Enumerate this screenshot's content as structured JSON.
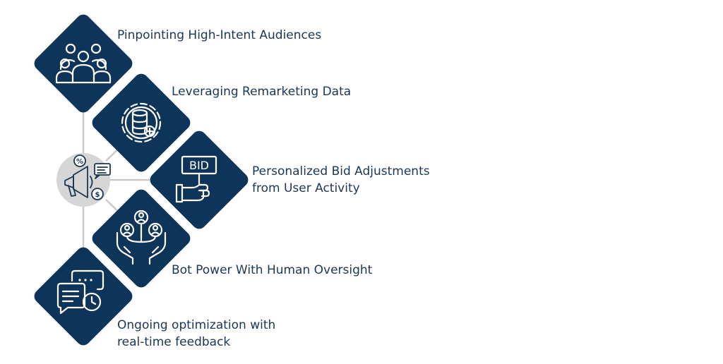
{
  "steps": [
    {
      "icon": "group-icon",
      "lines": [
        "Pinpointing High-Intent Audiences"
      ]
    },
    {
      "icon": "database-gear-icon",
      "lines": [
        "Leveraging Remarketing Data"
      ]
    },
    {
      "icon": "bid-sign-icon",
      "sign_text": "BID",
      "lines": [
        "Personalized Bid Adjustments",
        "from User Activity"
      ]
    },
    {
      "icon": "hands-people-network-icon",
      "lines": [
        "Bot Power With Human Oversight"
      ]
    },
    {
      "icon": "chat-clock-icon",
      "lines": [
        "Ongoing optimization with",
        "real-time feedback"
      ]
    }
  ],
  "hub": {
    "icon": "megaphone-marketing-icon",
    "badges": [
      "%",
      "$"
    ]
  },
  "colors": {
    "diamond": "#0f3459",
    "text": "#1c3656",
    "connector": "#c9c9c9",
    "hub": "#d6d6d6"
  }
}
